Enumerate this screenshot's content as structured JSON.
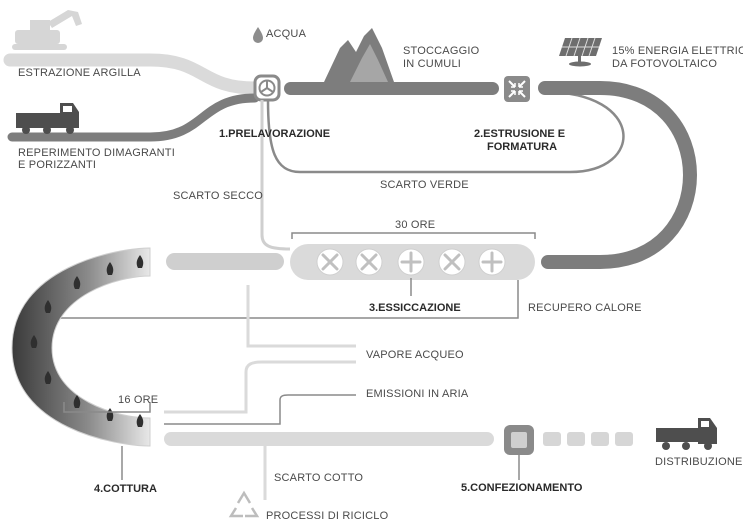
{
  "colors": {
    "dark": "#7f7f7f",
    "darker": "#555555",
    "light": "#dcdcdc",
    "mid": "#b9b9b9",
    "text": "#4a4a4a"
  },
  "inputs": {
    "clay_extraction": "ESTRAZIONE ARGILLA",
    "additives_line1": "REPERIMENTO DIMAGRANTI",
    "additives_line2": "E PORIZZANTI",
    "water": "ACQUA"
  },
  "steps": {
    "step1": "1.PRELAVORAZIONE",
    "step2_line1": "2.ESTRUSIONE E",
    "step2_line2": "FORMATURA",
    "step3": "3.ESSICCAZIONE",
    "step4": "4.COTTURA",
    "step5": "5.CONFEZIONAMENTO"
  },
  "flows": {
    "storage_line1": "STOCCAGGIO",
    "storage_line2": "IN CUMULI",
    "solar_line1": "15% ENERGIA ELETTRICA",
    "solar_line2": "DA FOTOVOLTAICO",
    "dry_waste": "SCARTO SECCO",
    "green_waste": "SCARTO VERDE",
    "drying_time": "30 ORE",
    "heat_recovery": "RECUPERO CALORE",
    "water_vapor": "VAPORE ACQUEO",
    "air_emissions": "EMISSIONI IN ARIA",
    "firing_time": "16 ORE",
    "fired_waste": "SCARTO COTTO",
    "recycling": "PROCESSI DI RICICLO",
    "distribution": "DISTRIBUZIONE"
  },
  "icons": {
    "excavator": "excavator-icon",
    "truck_in": "truck-icon",
    "truck_out": "truck-icon",
    "water_drop": "water-drop-icon",
    "mixer": "mixer-icon",
    "extruder": "extruder-icon",
    "solar": "solar-panel-icon",
    "fan": "fan-icon",
    "recycle": "recycle-icon",
    "package": "package-icon"
  }
}
